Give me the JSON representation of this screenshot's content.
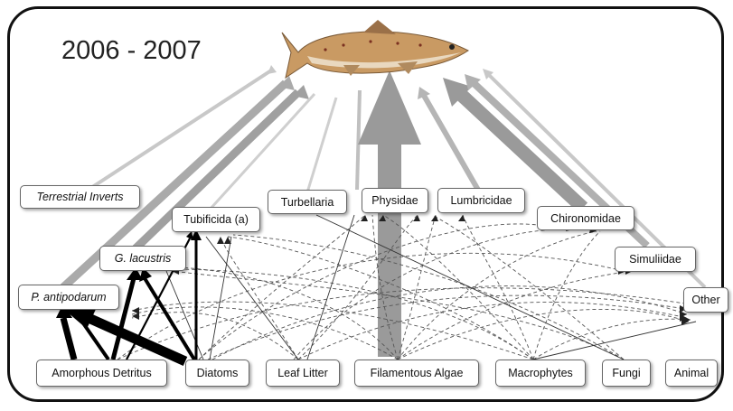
{
  "diagram": {
    "period_label": "2006 - 2007",
    "top_consumer_icon": "brown-trout-icon",
    "nodes": {
      "terrestrial_inverts": "Terrestrial Inverts",
      "turbellaria": "Turbellaria",
      "physidae": "Physidae",
      "lumbricidae": "Lumbricidae",
      "chironomidae": "Chironomidae",
      "tubificida_a": "Tubificida (a)",
      "g_lacustris": "G. lacustris",
      "simuliidae": "Simuliidae",
      "p_antipodarum": "P. antipodarum",
      "other": "Other",
      "amorphous_detritus": "Amorphous Detritus",
      "diatoms": "Diatoms",
      "leaf_litter": "Leaf Litter",
      "filamentous_algae": "Filamentous Algae",
      "macrophytes": "Macrophytes",
      "fungi": "Fungi",
      "animal": "Animal"
    },
    "colors": {
      "frame": "#111111",
      "heavy_flow": "#000000",
      "trout_flow": "#9a9a9a",
      "minor_flow": "#555555",
      "trout_body": "#c99a63"
    }
  }
}
